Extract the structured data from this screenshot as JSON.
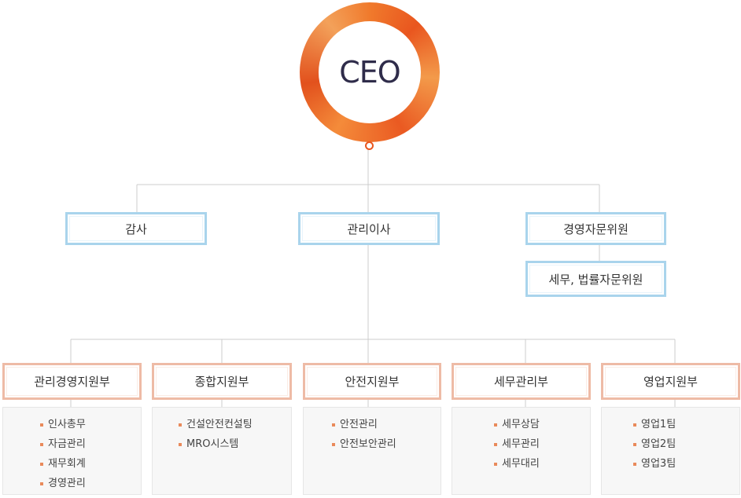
{
  "ceo": {
    "label": "CEO"
  },
  "level1": [
    {
      "label": "감사"
    },
    {
      "label": "관리이사"
    },
    {
      "label": "경영자문위원"
    }
  ],
  "advisory_sub": {
    "label": "세무, 법률자문위원"
  },
  "departments": [
    {
      "label": "관리경영지원부",
      "items": [
        "인사총무",
        "자금관리",
        "재무회계",
        "경영관리"
      ]
    },
    {
      "label": "종합지원부",
      "items": [
        "건설안전컨설팅",
        "MRO시스템"
      ]
    },
    {
      "label": "안전지원부",
      "items": [
        "안전관리",
        "안전보안관리"
      ]
    },
    {
      "label": "세무관리부",
      "items": [
        "세무상담",
        "세무관리",
        "세무대리"
      ]
    },
    {
      "label": "영업지원부",
      "items": [
        "영업1팀",
        "영업2팀",
        "영업3팀"
      ]
    }
  ],
  "colors": {
    "ceo_ring": "#f07a2c",
    "level_border": "#a9d4ec",
    "dept_border": "#eebba6",
    "bullet": "#e98a5b",
    "connector": "#cccccc"
  }
}
